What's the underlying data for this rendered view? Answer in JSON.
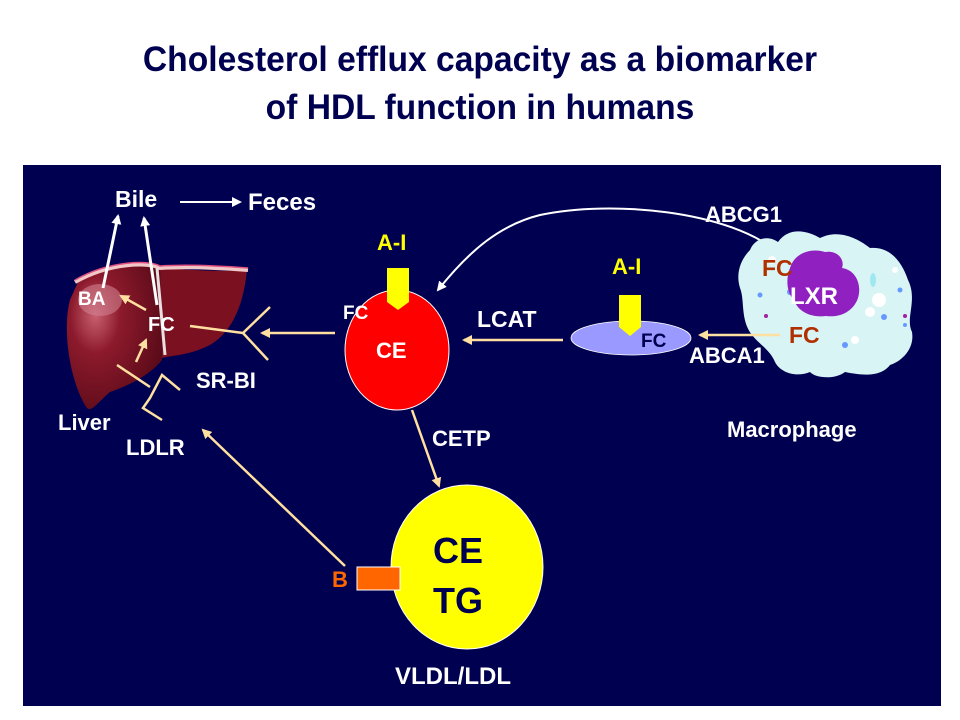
{
  "slide": {
    "title_line1": "Cholesterol efflux capacity as a biomarker",
    "title_line2": "of HDL function in humans"
  },
  "colors": {
    "title": "#000050",
    "background_panel": "#000050",
    "hdl_particle": "#ff0000",
    "nascent_hdl": "#9999ff",
    "vldl_ldl_particle": "#ffff00",
    "apo_a1": "#ffff00",
    "apo_b": "#ff6600",
    "pathway_arrow": "#ffe0a0",
    "white_arrow": "#ffffff",
    "fc_macrophage": "#b03000",
    "liver": "#7a1020",
    "macrophage_cell": "#d8f4f4",
    "nucleus": "#9020c0"
  },
  "liver": {
    "label": "Liver",
    "bile_label": "Bile",
    "feces_label": "Feces",
    "ba_label": "BA",
    "fc_label": "FC",
    "srbi_label": "SR-BI",
    "ldlr_label": "LDLR"
  },
  "hdl": {
    "apo_label": "A-I",
    "fc_label": "FC",
    "core_label": "CE"
  },
  "nascent_hdl": {
    "apo_label": "A-I",
    "fc_label": "FC"
  },
  "enzymes": {
    "lcat_label": "LCAT",
    "cetp_label": "CETP"
  },
  "macrophage": {
    "label": "Macrophage",
    "abcg1_label": "ABCG1",
    "abca1_label": "ABCA1",
    "lxr_label": "LXR",
    "fc_top_label": "FC",
    "fc_bottom_label": "FC"
  },
  "vldl_ldl": {
    "label": "VLDL/LDL",
    "core_line1": "CE",
    "core_line2": "TG",
    "apo_label": "B"
  }
}
